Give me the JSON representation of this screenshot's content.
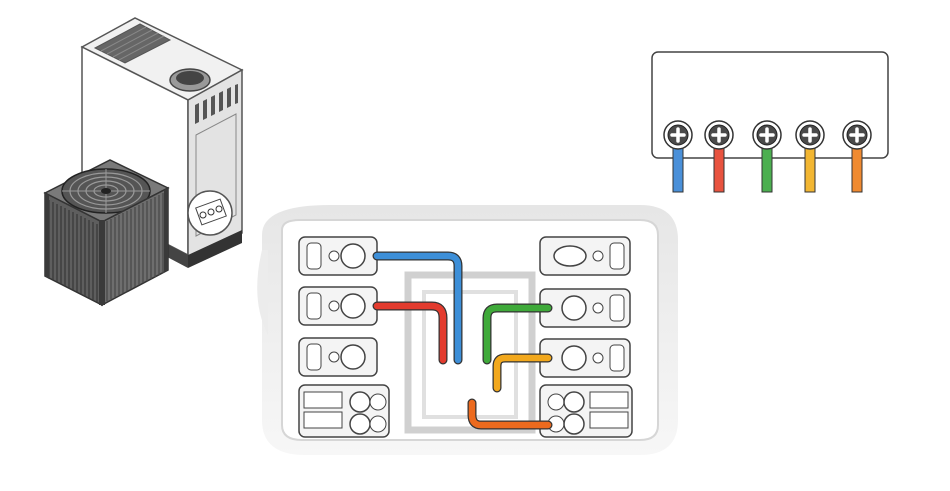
{
  "diagram": {
    "hvac_equipment": [
      "air-handler",
      "outdoor-condenser"
    ],
    "terminal_strip": {
      "wire_colors": [
        "#4a90d9",
        "#e8533f",
        "#4caf50",
        "#f2b632",
        "#f08a30"
      ]
    },
    "wiring_plate": {
      "left_terminals": 4,
      "right_terminals": 4,
      "wires": [
        {
          "color": "#3d8fd8",
          "from": "left-1",
          "to": "center"
        },
        {
          "color": "#e33b2e",
          "from": "left-2",
          "to": "center"
        },
        {
          "color": "#3faa3a",
          "from": "right-2",
          "to": "center"
        },
        {
          "color": "#f2a81d",
          "from": "right-3",
          "to": "center"
        },
        {
          "color": "#ec6a1e",
          "from": "right-4",
          "to": "center"
        }
      ]
    }
  }
}
